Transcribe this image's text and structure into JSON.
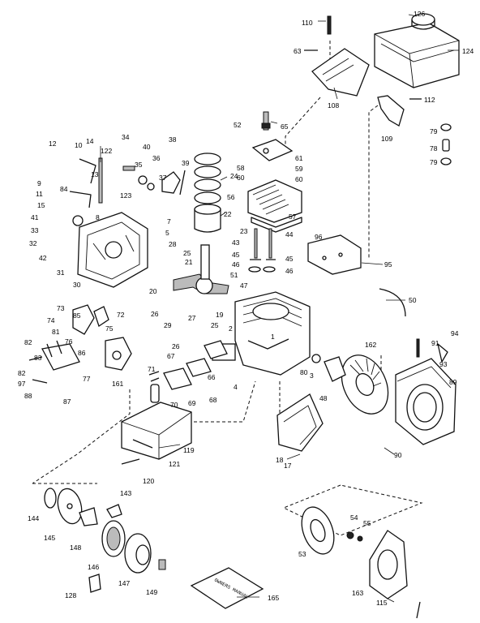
{
  "diagram": {
    "manual_label": "OWNERS MANUAL",
    "callouts": [
      {
        "id": "c126",
        "text": "126"
      },
      {
        "id": "c110",
        "text": "110"
      },
      {
        "id": "c124",
        "text": "124"
      },
      {
        "id": "c63",
        "text": "63"
      },
      {
        "id": "c108",
        "text": "108"
      },
      {
        "id": "c112",
        "text": "112"
      },
      {
        "id": "c109",
        "text": "109"
      },
      {
        "id": "c79a",
        "text": "79"
      },
      {
        "id": "c78",
        "text": "78"
      },
      {
        "id": "c79b",
        "text": "79"
      },
      {
        "id": "c52",
        "text": "52"
      },
      {
        "id": "c65",
        "text": "65"
      },
      {
        "id": "c61",
        "text": "61"
      },
      {
        "id": "c58",
        "text": "58"
      },
      {
        "id": "c59",
        "text": "59"
      },
      {
        "id": "c60a",
        "text": "60"
      },
      {
        "id": "c60b",
        "text": "60"
      },
      {
        "id": "c56",
        "text": "56"
      },
      {
        "id": "c57",
        "text": "57"
      },
      {
        "id": "c23",
        "text": "23"
      },
      {
        "id": "c44",
        "text": "44"
      },
      {
        "id": "c43",
        "text": "43"
      },
      {
        "id": "c96",
        "text": "96"
      },
      {
        "id": "c45a",
        "text": "45"
      },
      {
        "id": "c45b",
        "text": "45"
      },
      {
        "id": "c46a",
        "text": "46"
      },
      {
        "id": "c46b",
        "text": "46"
      },
      {
        "id": "c95",
        "text": "95"
      },
      {
        "id": "c51",
        "text": "51"
      },
      {
        "id": "c47",
        "text": "47"
      },
      {
        "id": "c12",
        "text": "12"
      },
      {
        "id": "c10",
        "text": "10"
      },
      {
        "id": "c14",
        "text": "14"
      },
      {
        "id": "c34",
        "text": "34"
      },
      {
        "id": "c122",
        "text": "122"
      },
      {
        "id": "c40",
        "text": "40"
      },
      {
        "id": "c38",
        "text": "38"
      },
      {
        "id": "c36",
        "text": "36"
      },
      {
        "id": "c39",
        "text": "39"
      },
      {
        "id": "c35",
        "text": "35"
      },
      {
        "id": "c37",
        "text": "37"
      },
      {
        "id": "c24",
        "text": "24"
      },
      {
        "id": "c9",
        "text": "9"
      },
      {
        "id": "c13",
        "text": "13"
      },
      {
        "id": "c11",
        "text": "11"
      },
      {
        "id": "c15",
        "text": "15"
      },
      {
        "id": "c84",
        "text": "84"
      },
      {
        "id": "c123",
        "text": "123"
      },
      {
        "id": "c41",
        "text": "41"
      },
      {
        "id": "c8",
        "text": "8"
      },
      {
        "id": "c33",
        "text": "33"
      },
      {
        "id": "c32",
        "text": "32"
      },
      {
        "id": "c22",
        "text": "22"
      },
      {
        "id": "c7",
        "text": "7"
      },
      {
        "id": "c5",
        "text": "5"
      },
      {
        "id": "c28",
        "text": "28"
      },
      {
        "id": "c25",
        "text": "25"
      },
      {
        "id": "c21",
        "text": "21"
      },
      {
        "id": "c42",
        "text": "42"
      },
      {
        "id": "c31",
        "text": "31"
      },
      {
        "id": "c30",
        "text": "30"
      },
      {
        "id": "c20",
        "text": "20"
      },
      {
        "id": "c19",
        "text": "19"
      },
      {
        "id": "c50",
        "text": "50"
      },
      {
        "id": "c73",
        "text": "73"
      },
      {
        "id": "c72",
        "text": "72"
      },
      {
        "id": "c74",
        "text": "74"
      },
      {
        "id": "c85",
        "text": "85"
      },
      {
        "id": "c26a",
        "text": "26"
      },
      {
        "id": "c29",
        "text": "29"
      },
      {
        "id": "c27",
        "text": "27"
      },
      {
        "id": "c75",
        "text": "75"
      },
      {
        "id": "c25b",
        "text": "25"
      },
      {
        "id": "c2",
        "text": "2"
      },
      {
        "id": "c1",
        "text": "1"
      },
      {
        "id": "c82",
        "text": "82"
      },
      {
        "id": "c81",
        "text": "81"
      },
      {
        "id": "c76",
        "text": "76"
      },
      {
        "id": "c26b",
        "text": "26"
      },
      {
        "id": "c83",
        "text": "83"
      },
      {
        "id": "c86",
        "text": "86"
      },
      {
        "id": "c67",
        "text": "67"
      },
      {
        "id": "c68",
        "text": "68"
      },
      {
        "id": "c66",
        "text": "66"
      },
      {
        "id": "c94",
        "text": "94"
      },
      {
        "id": "c91",
        "text": "91"
      },
      {
        "id": "c162",
        "text": "162"
      },
      {
        "id": "c93",
        "text": "93"
      },
      {
        "id": "c80",
        "text": "80"
      },
      {
        "id": "c3",
        "text": "3"
      },
      {
        "id": "c89",
        "text": "89"
      },
      {
        "id": "c82b",
        "text": "82"
      },
      {
        "id": "c77",
        "text": "77"
      },
      {
        "id": "c161",
        "text": "161"
      },
      {
        "id": "c71",
        "text": "71"
      },
      {
        "id": "c97",
        "text": "97"
      },
      {
        "id": "c88",
        "text": "88"
      },
      {
        "id": "c87",
        "text": "87"
      },
      {
        "id": "c69",
        "text": "69"
      },
      {
        "id": "c70",
        "text": "70"
      },
      {
        "id": "c4",
        "text": "4"
      },
      {
        "id": "c48",
        "text": "48"
      },
      {
        "id": "c119",
        "text": "119"
      },
      {
        "id": "c121",
        "text": "121"
      },
      {
        "id": "c120",
        "text": "120"
      },
      {
        "id": "c18",
        "text": "18"
      },
      {
        "id": "c17",
        "text": "17"
      },
      {
        "id": "c90",
        "text": "90"
      },
      {
        "id": "c143",
        "text": "143"
      },
      {
        "id": "c144",
        "text": "144"
      },
      {
        "id": "c145",
        "text": "145"
      },
      {
        "id": "c148",
        "text": "148"
      },
      {
        "id": "c146",
        "text": "146"
      },
      {
        "id": "c147",
        "text": "147"
      },
      {
        "id": "c128",
        "text": "128"
      },
      {
        "id": "c149",
        "text": "149"
      },
      {
        "id": "c165",
        "text": "165"
      },
      {
        "id": "c54",
        "text": "54"
      },
      {
        "id": "c55",
        "text": "55"
      },
      {
        "id": "c53",
        "text": "53"
      },
      {
        "id": "c163",
        "text": "163"
      },
      {
        "id": "c115",
        "text": "115"
      }
    ]
  }
}
